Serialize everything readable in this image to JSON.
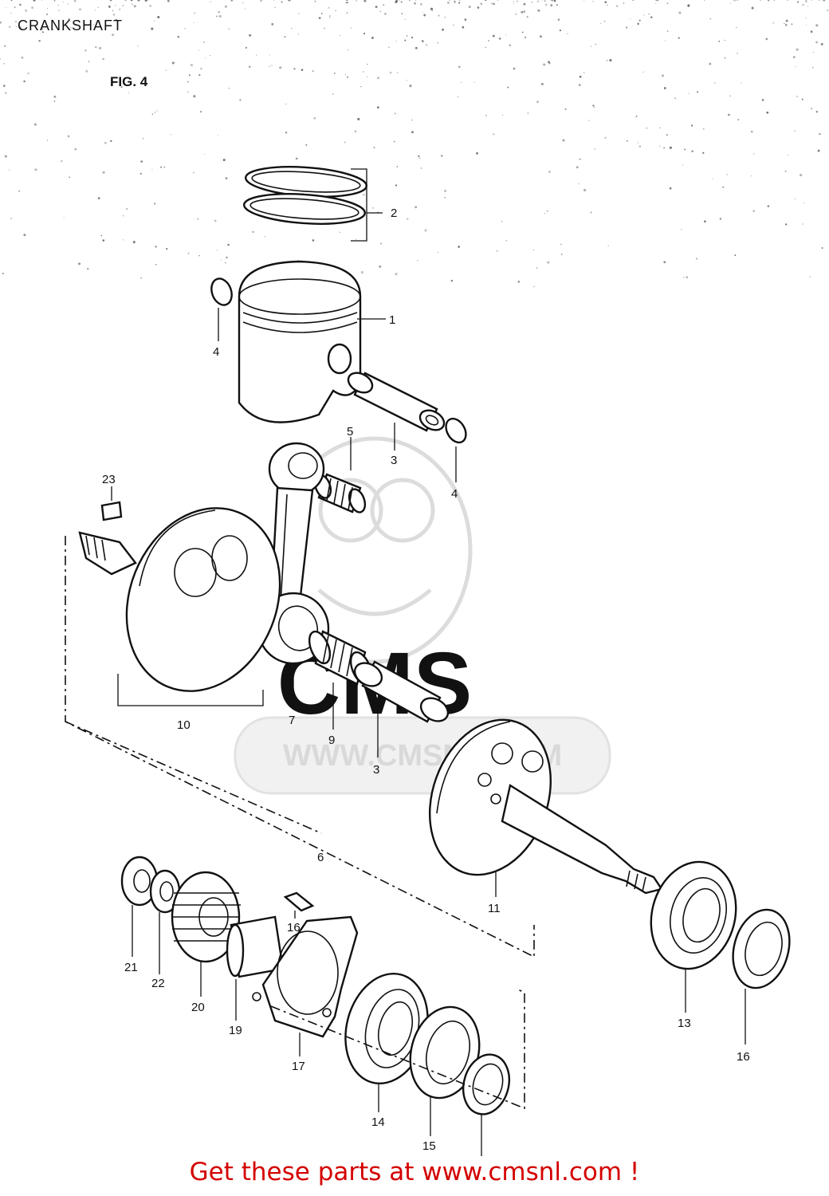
{
  "header": {
    "title": "CRANKSHAFT",
    "figure": "FIG. 4"
  },
  "watermark": {
    "brand": "CMS",
    "url": "WWW.CMSNL.COM"
  },
  "callouts": [
    {
      "id": "c1",
      "label": "1",
      "part": "piston"
    },
    {
      "id": "c2",
      "label": "2",
      "part": "piston-ring-set"
    },
    {
      "id": "c3a",
      "label": "3",
      "part": "piston-pin"
    },
    {
      "id": "c3b",
      "label": "3",
      "part": "crank-pin"
    },
    {
      "id": "c4a",
      "label": "4",
      "part": "piston-pin-circlip"
    },
    {
      "id": "c4b",
      "label": "4",
      "part": "piston-pin-circlip"
    },
    {
      "id": "c5",
      "label": "5",
      "part": "small-end-needle-bearing"
    },
    {
      "id": "c6",
      "label": "6",
      "part": "crankshaft-assembly"
    },
    {
      "id": "c7",
      "label": "7",
      "part": "connecting-rod"
    },
    {
      "id": "c9",
      "label": "9",
      "part": "big-end-needle-bearing"
    },
    {
      "id": "c10",
      "label": "10",
      "part": "left-crank-wheel"
    },
    {
      "id": "c11",
      "label": "11",
      "part": "right-crank-wheel"
    },
    {
      "id": "c13",
      "label": "13",
      "part": "right-crank-bearing"
    },
    {
      "id": "c14",
      "label": "14",
      "part": "left-crank-bearing"
    },
    {
      "id": "c15",
      "label": "15",
      "part": "oil-seal"
    },
    {
      "id": "c16a",
      "label": "16",
      "part": "screw"
    },
    {
      "id": "c16b",
      "label": "16",
      "part": "oil-seal"
    },
    {
      "id": "c17",
      "label": "17",
      "part": "bearing-retainer-plate"
    },
    {
      "id": "c19",
      "label": "19",
      "part": "spacer"
    },
    {
      "id": "c20",
      "label": "20",
      "part": "primary-drive-gear"
    },
    {
      "id": "c21",
      "label": "21",
      "part": "nut"
    },
    {
      "id": "c22",
      "label": "22",
      "part": "washer"
    },
    {
      "id": "c23",
      "label": "23",
      "part": "key"
    }
  ],
  "footer": {
    "promo": "Get these parts at www.cmsnl.com !"
  },
  "colors": {
    "promo": "#d40000",
    "ink": "#111111",
    "watermark": "#dcdcdc"
  }
}
